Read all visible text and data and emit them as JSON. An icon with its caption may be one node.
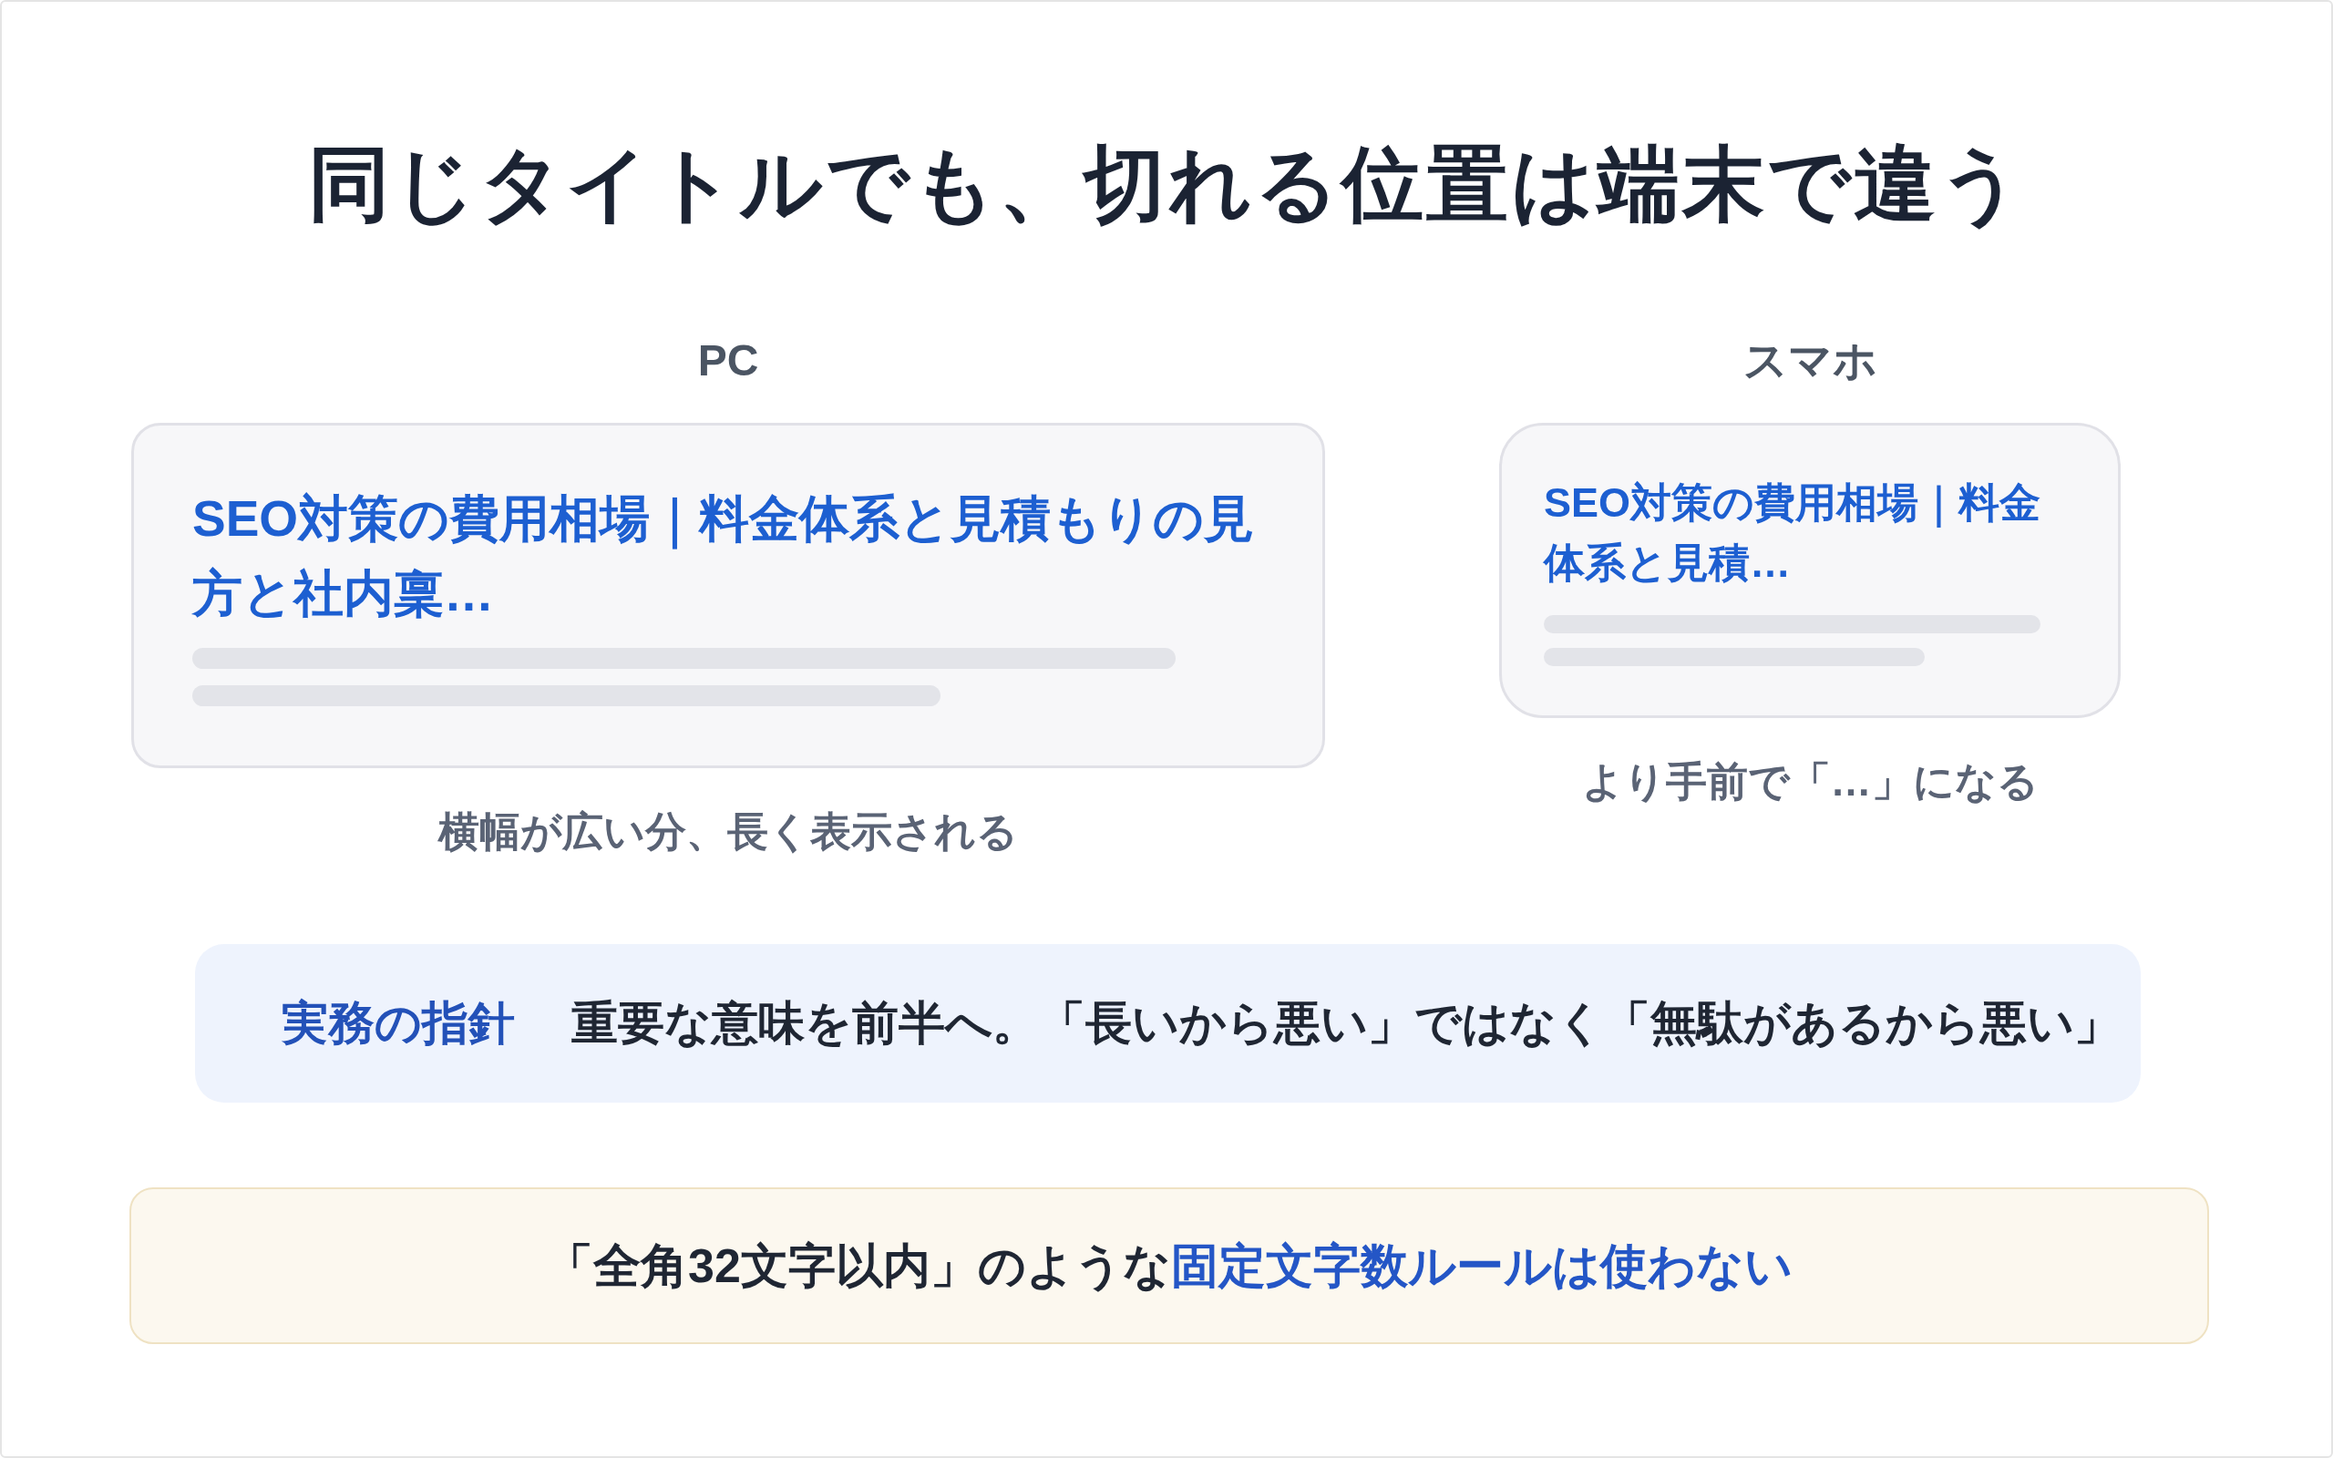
{
  "diagram": {
    "title": "同じタイトルでも、切れる位置は端末で違う",
    "nodes": [
      {
        "text": [
          "PC",
          "SEO対策の費用相場｜料金体系と見積もりの見方と社内稟…"
        ],
        "beside": [
          "横幅が広い分、長く表示される"
        ]
      },
      {
        "text": [
          "スマホ",
          "SEO対策の費用相場｜料金体系と見積…"
        ],
        "beside": [
          "より手前で「…」になる"
        ]
      },
      {
        "text": [
          "実務の指針",
          "重要な意味を前半へ。「長いから悪い」ではなく「無駄があるから悪い」"
        ]
      },
      {
        "text": [
          "「全角32文字以内」のような**固定文字数ルールは使わない**"
        ]
      }
    ]
  }
}
